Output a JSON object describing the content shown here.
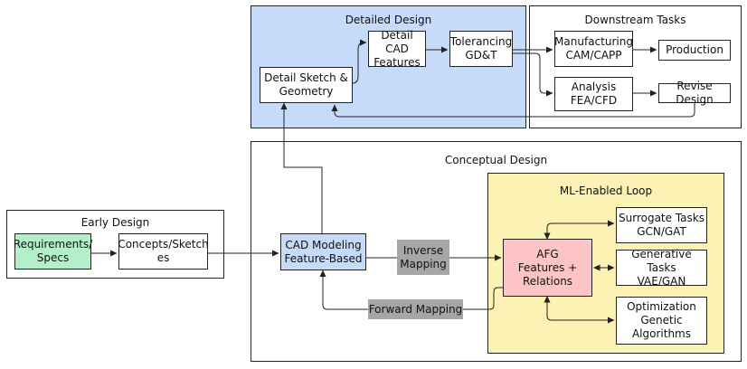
{
  "panels": {
    "detailed": {
      "title": "Detailed Design",
      "color": "#c6daf9"
    },
    "downstream": {
      "title": "Downstream Tasks",
      "color": "#ffffff"
    },
    "conceptual": {
      "title": "Conceptual Design",
      "color": "#ffffff"
    },
    "ml_loop": {
      "title": "ML-Enabled Loop",
      "color": "#fbf2b4"
    },
    "early": {
      "title": "Early Design",
      "color": "#ffffff"
    }
  },
  "nodes": {
    "detail_sketch": "Detail Sketch &\nGeometry",
    "detail_cad": "Detail CAD\nFeatures",
    "tolerancing": "Tolerancing\nGD&T",
    "manufacturing": "Manufacturing\nCAM/CAPP",
    "production": "Production",
    "analysis": "Analysis\nFEA/CFD",
    "revise": "Revise Design",
    "requirements": "Requirements/\nSpecs",
    "concepts": "Concepts/Sketch\nes",
    "cad_modeling": "CAD Modeling\nFeature-Based",
    "afg": "AFG\nFeatures +\nRelations",
    "surrogate": "Surrogate Tasks\nGCN/GAT",
    "generative": "Generative Tasks\nVAE/GAN",
    "optimization": "Optimization\nGenetic\nAlgorithms"
  },
  "edge_labels": {
    "inverse": "Inverse\nMapping",
    "forward": "Forward Mapping"
  },
  "colors": {
    "requirements_fill": "#b3efc9",
    "cad_modeling_fill": "#c6daf9",
    "afg_fill": "#fcc4c4",
    "label_fill": "#a6a6a6",
    "line": "#222222"
  }
}
